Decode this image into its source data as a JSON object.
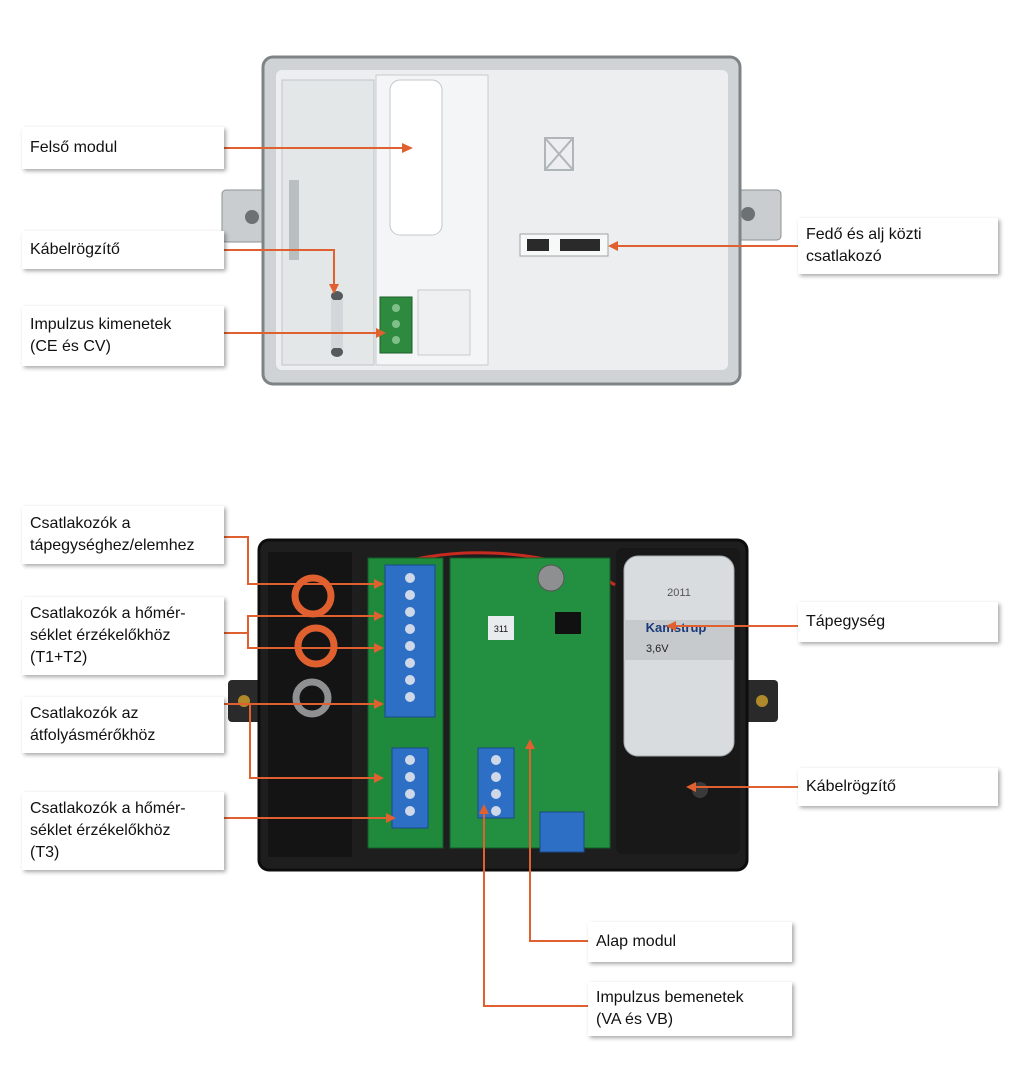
{
  "colors": {
    "leader": "#e0612f",
    "cover_body": "#e9ebec",
    "cover_frame": "#8c9193",
    "base_body": "#1e1e1e",
    "pcb": "#1f8a3c",
    "terminal": "#2d6fc4",
    "battery": "#d9dcde"
  },
  "labels": {
    "felso_modul": [
      "Felső modul"
    ],
    "kabelrogzito_top": [
      "Kábelrögzítő"
    ],
    "impulzus_kimenetek": [
      "Impulzus kimenetek",
      "(CE és CV)"
    ],
    "fedo_csatlakozo": [
      "Fedő és alj közti",
      "csatlakozó"
    ],
    "tapegyseg_csatlakozok": [
      "Csatlakozók a",
      "tápegységhez/elemhez"
    ],
    "homerseklet_t1t2": [
      "Csatlakozók a hőmér-",
      "séklet érzékelőkhöz",
      "(T1+T2)"
    ],
    "atfolyasmero": [
      "Csatlakozók az",
      "átfolyásmérőkhöz"
    ],
    "homerseklet_t3": [
      "Csatlakozók a hőmér-",
      "séklet érzékelőkhöz",
      "(T3)"
    ],
    "tapegyseg": [
      "Tápegység"
    ],
    "kabelrogzito_bottom": [
      "Kábelrögzítő"
    ],
    "alap_modul": [
      "Alap modul"
    ],
    "impulzus_bemenetek": [
      "Impulzus bemenetek",
      "(VA és VB)"
    ]
  },
  "device_markings": {
    "battery_brand": "Kamstrup",
    "battery_voltage": "3,6V",
    "battery_year": "2011",
    "pcb_chip": "311"
  }
}
